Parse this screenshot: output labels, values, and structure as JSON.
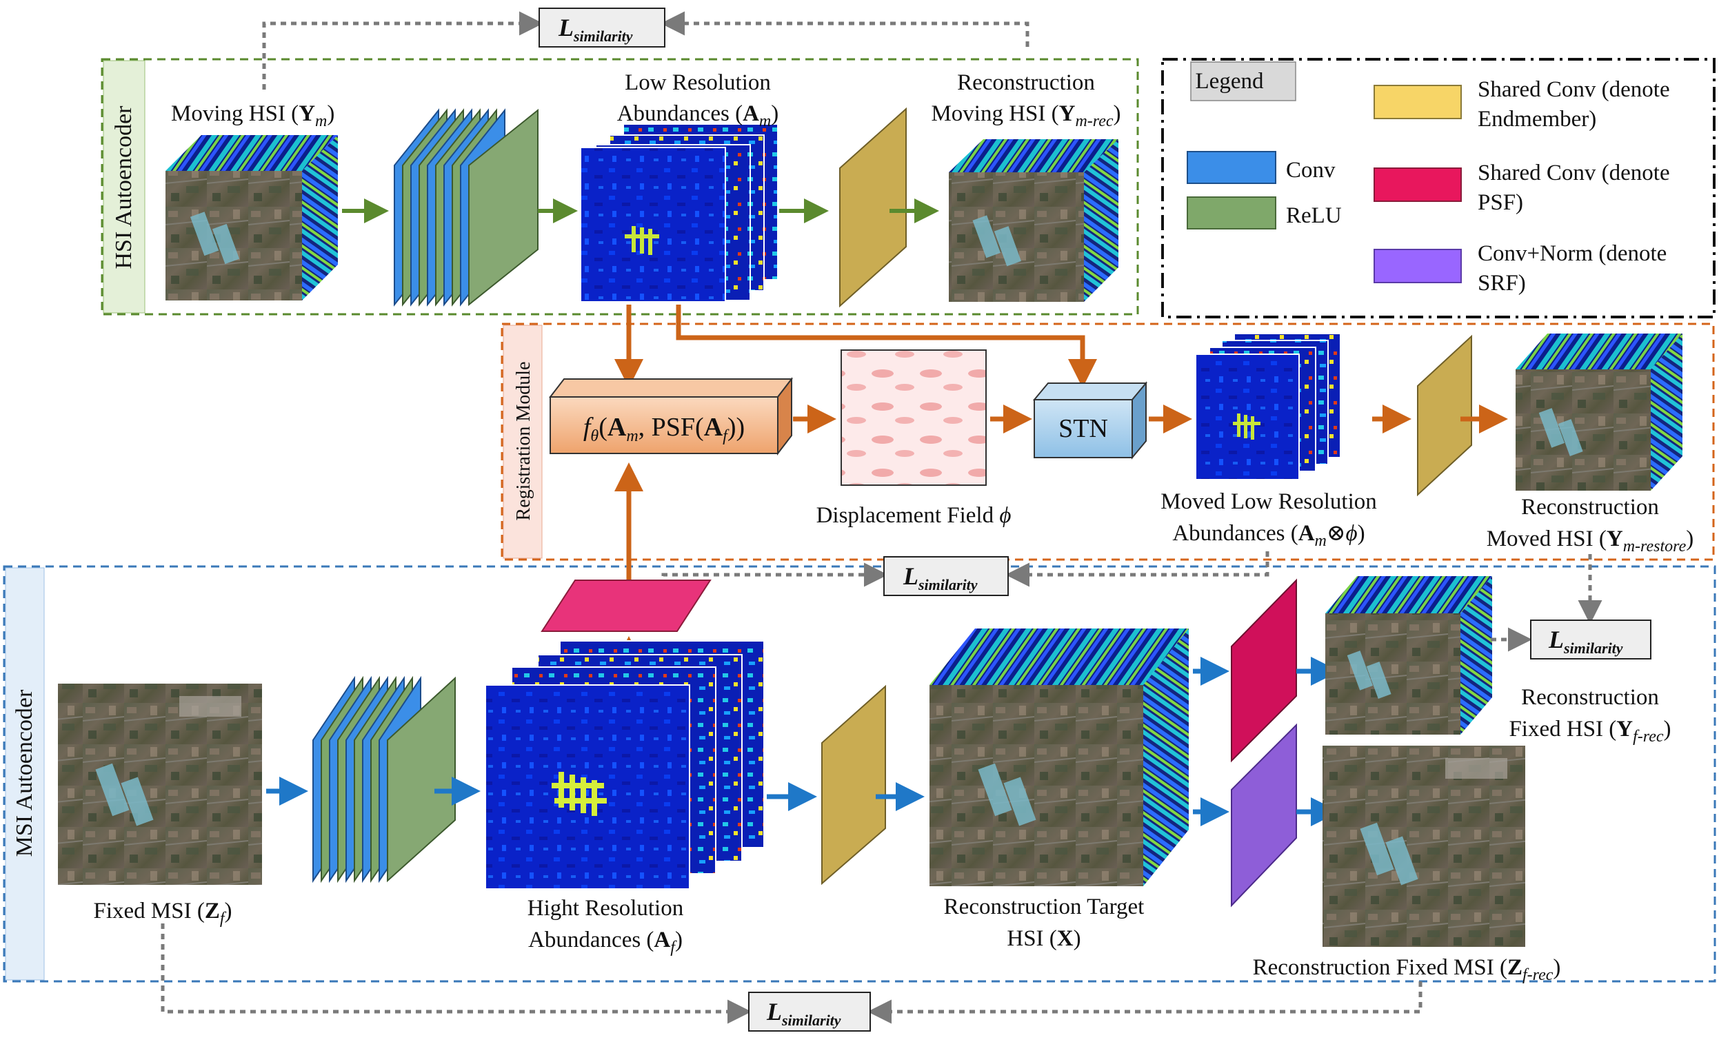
{
  "sections": {
    "hsi_autoencoder": "HSI Autoencoder",
    "registration_module": "Registration Module",
    "msi_autoencoder": "MSI Autoencoder"
  },
  "loss": {
    "main": "L",
    "sub": "similarity"
  },
  "labels": {
    "moving_hsi": {
      "text": "Moving HSI (",
      "sym": "Y",
      "sub": "m",
      "end": ")"
    },
    "low_res_line1": "Low Resolution",
    "low_res_line2": {
      "text": "Abundances (",
      "sym": "A",
      "sub": "m",
      "end": ")"
    },
    "recon_moving_line1": "Reconstruction",
    "recon_moving_line2": {
      "text": "Moving HSI (",
      "sym": "Y",
      "sub": "m-rec",
      "end": ")"
    },
    "f_theta": {
      "f": "f",
      "theta": "θ",
      "open": "(",
      "a": "A",
      "asub": "m",
      "mid": ", PSF(",
      "a2": "A",
      "a2sub": "f",
      "end": "))"
    },
    "stn": "STN",
    "displacement": {
      "text": "Displacement Field ",
      "sym": "ϕ"
    },
    "moved_line1": "Moved Low Resolution",
    "moved_line2": {
      "text": "Abundances (",
      "sym": "A",
      "sub": "m",
      "mid": "⊗",
      "phi": "ϕ",
      "end": ")"
    },
    "recon_moved_line1": "Reconstruction",
    "recon_moved_line2": {
      "text": "Moved HSI (",
      "sym": "Y",
      "sub": "m-restore",
      "end": ")"
    },
    "fixed_msi": {
      "text": "Fixed MSI (",
      "sym": "Z",
      "sub": "f",
      "end": ")"
    },
    "high_res_line1": "Hight Resolution",
    "high_res_line2": {
      "text": "Abundances (",
      "sym": "A",
      "sub": "f",
      "end": ")"
    },
    "target_line1": "Reconstruction Target",
    "target_line2": {
      "text": "HSI (",
      "sym": "X",
      "end": ")"
    },
    "recon_fixed_hsi_line1": "Reconstruction",
    "recon_fixed_hsi_line2": {
      "text": "Fixed HSI (",
      "sym": "Y",
      "sub": "f-rec",
      "end": ")"
    },
    "recon_fixed_msi": {
      "text": "Reconstruction Fixed MSI (",
      "sym": "Z",
      "sub": "f-rec",
      "end": ")"
    }
  },
  "legend": {
    "title": "Legend",
    "items": [
      {
        "label": "Conv",
        "color": "#3b8ee8"
      },
      {
        "label": "ReLU",
        "color": "#7fa86a"
      },
      {
        "label": "Shared Conv (denote",
        "label2": "Endmember)",
        "color": "#f7d567"
      },
      {
        "label": "Shared Conv (denote",
        "label2": "PSF)",
        "color": "#e8175d"
      },
      {
        "label": "Conv+Norm (denote",
        "label2": "SRF)",
        "color": "#9966ff"
      }
    ]
  },
  "colors": {
    "hsi_border": "#5a8a2e",
    "reg_border": "#d4641a",
    "msi_border": "#3a78b8",
    "green_arrow": "#5b8a2e",
    "orange_arrow": "#cc6418",
    "blue_arrow": "#1f78c8",
    "gold_layer": "#c9ac52",
    "stn_fill": "#a8cde8",
    "ftheta_fill": "#f3b488"
  },
  "icons": [
    "conv-relu-stack-icon",
    "abundance-map-icon",
    "hyperspectral-cube-icon",
    "aerial-photo-icon",
    "displacement-field-icon"
  ]
}
